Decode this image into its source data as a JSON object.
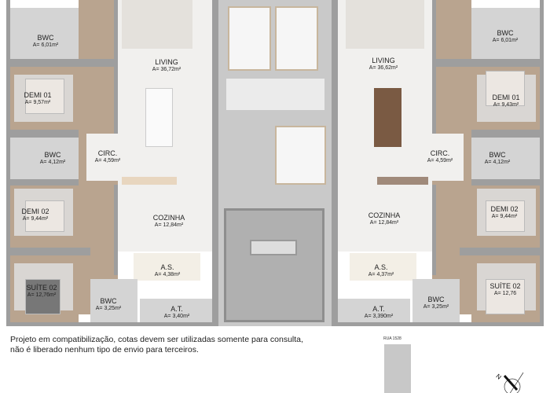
{
  "rooms_left": [
    {
      "name": "BWC",
      "area": "A= 6,01m²"
    },
    {
      "name": "DEMI 01",
      "area": "A= 9,57m²"
    },
    {
      "name": "BWC",
      "area": "A= 4,12m²"
    },
    {
      "name": "CIRC.",
      "area": "A= 4,59m²"
    },
    {
      "name": "LIVING",
      "area": "A= 36,72m²"
    },
    {
      "name": "DEMI 02",
      "area": "A= 9,44m²"
    },
    {
      "name": "COZINHA",
      "area": "A= 12,84m²"
    },
    {
      "name": "SUÍTE 02",
      "area": "A= 12,76m²"
    },
    {
      "name": "A.S.",
      "area": "A= 4,38m²"
    },
    {
      "name": "BWC",
      "area": "A= 3,25m²"
    },
    {
      "name": "A.T.",
      "area": "A= 3,40m²"
    }
  ],
  "rooms_right": [
    {
      "name": "BWC",
      "area": "A= 6,01m²"
    },
    {
      "name": "DEMI 01",
      "area": "A= 9,43m²"
    },
    {
      "name": "BWC",
      "area": "A= 4,12m²"
    },
    {
      "name": "CIRC.",
      "area": "A= 4,59m²"
    },
    {
      "name": "LIVING",
      "area": "A= 36,62m²"
    },
    {
      "name": "DEMI 02",
      "area": "A= 9,44m²"
    },
    {
      "name": "COZINHA",
      "area": "A= 12,84m²"
    },
    {
      "name": "SUÍTE 02",
      "area": "A= 12,76"
    },
    {
      "name": "A.S.",
      "area": "A= 4,37m²"
    },
    {
      "name": "BWC",
      "area": "A= 3,25m²"
    },
    {
      "name": "A.T.",
      "area": "A= 3,390m²"
    }
  ],
  "note": {
    "line1": "Projeto em compatibilização, cotas devem ser utilizadas somente para consulta,",
    "line2": "não é liberado  nenhum tipo de envio para terceiros."
  },
  "street_label": "RUA 1528",
  "compass_letter": "N"
}
